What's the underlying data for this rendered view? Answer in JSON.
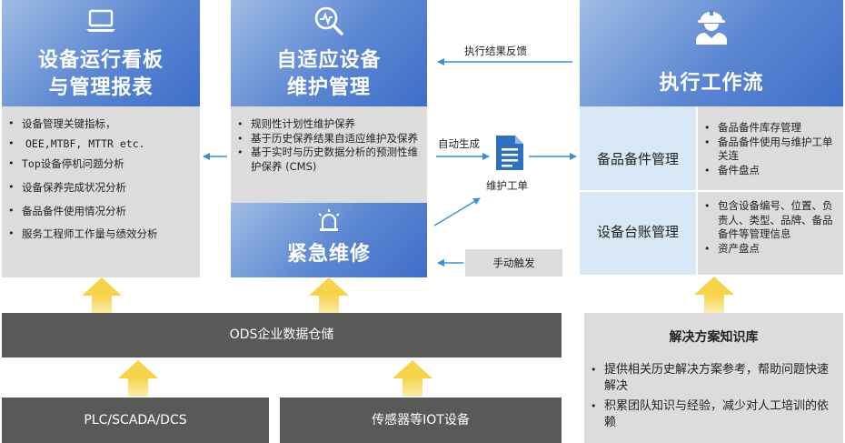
{
  "left": {
    "title_line1": "设备运行看板",
    "title_line2": "与管理报表",
    "icon": "laptop-icon",
    "items": [
      "设备管理关键指标，",
      "OEE,MTBF,  MTTR etc.",
      "Top设备停机问题分析",
      "设备保养完成状况分析",
      "备品备件使用情况分析",
      "服务工程师工作量与绩效分析"
    ]
  },
  "center": {
    "title_line1": "自适应设备",
    "title_line2": "维护管理",
    "icon": "magnifier-chart-icon",
    "items": [
      "规则性计划性维护保养",
      "基于历史保养结果自适应维护及保养",
      "基于实时与历史数据分析的预测性维护保养  (CMS)"
    ],
    "emergency_title": "紧急维修",
    "emergency_icon": "siren-icon"
  },
  "right": {
    "title": "执行工作流",
    "icon": "worker-icon",
    "row1_label": "备品备件管理",
    "row1_items": [
      "备品备件库存管理",
      "备品备件使用与维护工单关连",
      "备件盘点"
    ],
    "row2_label": "设备台账管理",
    "row2_items": [
      "包含设备编号、位置、负责人、类型、品牌、备品备件等管理信息",
      "资产盘点"
    ]
  },
  "flow": {
    "feedback_label": "执行结果反馈",
    "auto_label": "自动生成",
    "workorder_label": "维护工单",
    "workorder_icon": "document-icon",
    "manual_label": "手动触发"
  },
  "ods_label": "ODS企业数据仓储",
  "plc_label": "PLC/SCADA/DCS",
  "iot_label": "传感器等IOT设备",
  "kb": {
    "title": "解决方案知识库",
    "items": [
      "提供相关历史解决方案参考，帮助问题快速解决",
      "积累团队知识与经验，减少对人工培训的依赖"
    ]
  },
  "colors": {
    "blue_dark": "#3f6fc8",
    "blue_light": "#9fbce4",
    "gray_panel": "#dcdcdc",
    "dark_bar": "#595959",
    "arrow_blue": "#3c8fd6",
    "up_arrow_yellow": "#f6d44a"
  }
}
